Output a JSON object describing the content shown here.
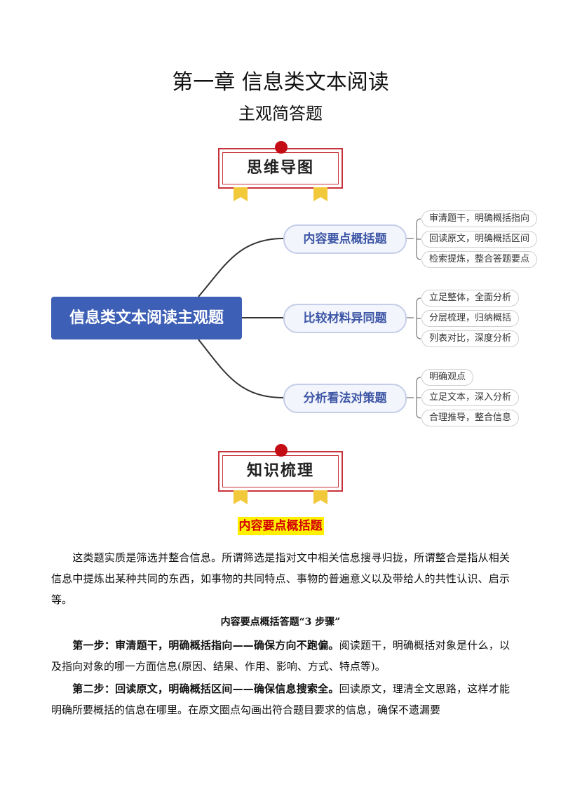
{
  "header": {
    "title": "第一章  信息类文本阅读",
    "subtitle": "主观简答题"
  },
  "badges": {
    "mindmap": "思维导图",
    "knowledge": "知识梳理"
  },
  "mindmap": {
    "root": "信息类文本阅读主观题",
    "branches": [
      {
        "label": "内容要点概括题",
        "leaves": [
          "审清题干，明确概括指向",
          "回读原文，明确概括区间",
          "检索提炼，整合答题要点"
        ]
      },
      {
        "label": "比较材料异同题",
        "leaves": [
          "立足整体，全面分析",
          "分层梳理，归纳概括",
          "列表对比，深度分析"
        ]
      },
      {
        "label": "分析看法对策题",
        "leaves": [
          "明确观点",
          "立足文本，深入分析",
          "合理推导，整合信息"
        ]
      }
    ]
  },
  "section": {
    "heading": "内容要点概括题",
    "intro": "这类题实质是筛选并整合信息。所谓筛选是指对文中相关信息搜寻归拢，所谓整合是指从相关信息中提炼出某种共同的东西，如事物的共同特点、事物的普遍意义以及带给人的共性认识、启示等。",
    "steps_title": "内容要点概括答题“3 步骤”",
    "step1_bold": "第一步：审清题干，明确概括指向——确保方向不跑偏。",
    "step1_text": "阅读题干，明确概括对象是什么，以及指向对象的哪一方面信息(原因、结果、作用、影响、方式、特点等)。",
    "step2_bold": "第二步：回读原文，明确概括区间——确保信息搜索全。",
    "step2_text": "回读原文，理清全文思路，这样才能明确所要概括的信息在哪里。在原文圈点勾画出符合题目要求的信息，确保不遗漏要"
  },
  "colors": {
    "root_fill": "#3e5fb6",
    "branch_text": "#3d56a6",
    "badge_red": "#c8323a",
    "highlight": "#ffef00"
  }
}
